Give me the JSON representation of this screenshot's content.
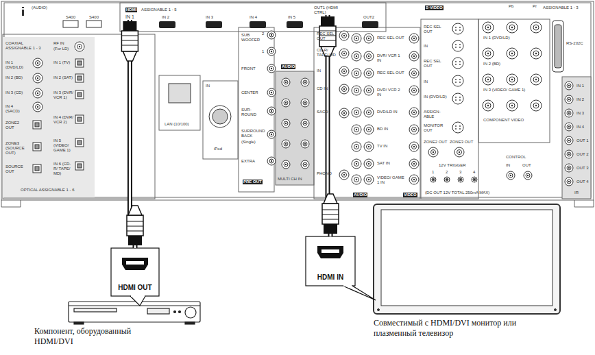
{
  "diagram": {
    "nodes": [
      {
        "text": [
          "IN 1"
        ]
      },
      {
        "text": [
          "OUT1 (HDMI CTRL)"
        ]
      },
      {
        "text": [
          "HDMI OUT"
        ]
      },
      {
        "text": [
          "Компонент, оборудованный HDMI/DVI"
        ]
      },
      {
        "text": [
          "HDMI IN"
        ]
      },
      {
        "text": [
          "Совместимый с HDMI/DVI монитор или плазменный телевизор"
        ]
      }
    ],
    "edges": [
      {
        "from": 0,
        "to": 2,
        "arrow": "none"
      },
      {
        "from": 1,
        "to": 4,
        "arrow": "none"
      }
    ],
    "labels": [
      "(AUDIO)",
      "S400",
      "S400",
      "HDMI",
      "ASSIGNABLE 1 - 5",
      "IN 2",
      "IN 3",
      "IN 4",
      "IN 5",
      "OUT2",
      "COAXIAL ASSIGNABLE 1 - 3",
      "IN 1 (DVD/LD)",
      "IN 2 (BD)",
      "IN 3 (CD)",
      "IN 4 (SACD)",
      "RF IN",
      "(For LD)",
      "IN 1 (TV)",
      "IN 2 (SAT)",
      "IN 3 (DVR/ VCR 1)",
      "IN 4 (DVR/ VCR 2)",
      "IN 5 (VIDEO/ GAME 1)",
      "IN 6 (CD-R/ TAPE/ MD)",
      "ZONE2 OUT",
      "ZONE3 (SOURCE OUT)",
      "SOURCE OUT",
      "OPTICAL ASSIGNABLE 1 - 6",
      "LAN (10/100)",
      "IN",
      "iPod",
      "SUB WOOFER",
      "2",
      "1",
      "FRONT",
      "CENTER",
      "SUR-ROUND",
      "SURROUND BACK",
      "(Single)",
      "EXTRA",
      "PRE OUT",
      "AUDIO",
      "MULTI CH IN",
      "REC SEL OUT",
      "CD-R/ TAPE/ MD",
      "IN",
      "CD IN",
      "SACD",
      "PHONO",
      "AUDIO",
      "REC SEL OUT",
      "DVR/ VCR 1 IN",
      "REC SEL OUT",
      "DVR/ VCR 2 IN",
      "DVD/LD IN",
      "BD IN",
      "TV IN",
      "SAT IN",
      "VIDEO/ GAME 1 IN",
      "VIDEO",
      "S-VIDEO",
      "REC SEL OUT",
      "IN",
      "REC SEL OUT",
      "IN",
      "IN (DVD/LD)",
      "ASSIGN-ABLE",
      "MONITOR OUT",
      "ZONE2 OUT",
      "ZONE3 OUT",
      "12V TRIGGER",
      "1",
      "2",
      "3",
      "4",
      "(DC OUT 12V TOTAL 250mA MAX)",
      "Pb",
      "Pr",
      "ASSIGNABLE 1 - 3",
      "IN 1 (DVD/LD)",
      "IN 2 (BD)",
      "IN 3 (VIDEO/ GAME 1)",
      "COMPONENT VIDEO",
      "CONTROL",
      "IN",
      "OUT",
      "RS-232C",
      "IN 1",
      "IN 2",
      "IN 3",
      "IN 4",
      "OUT 1",
      "OUT 2",
      "OUT 3",
      "OUT 4",
      "IR"
    ]
  }
}
